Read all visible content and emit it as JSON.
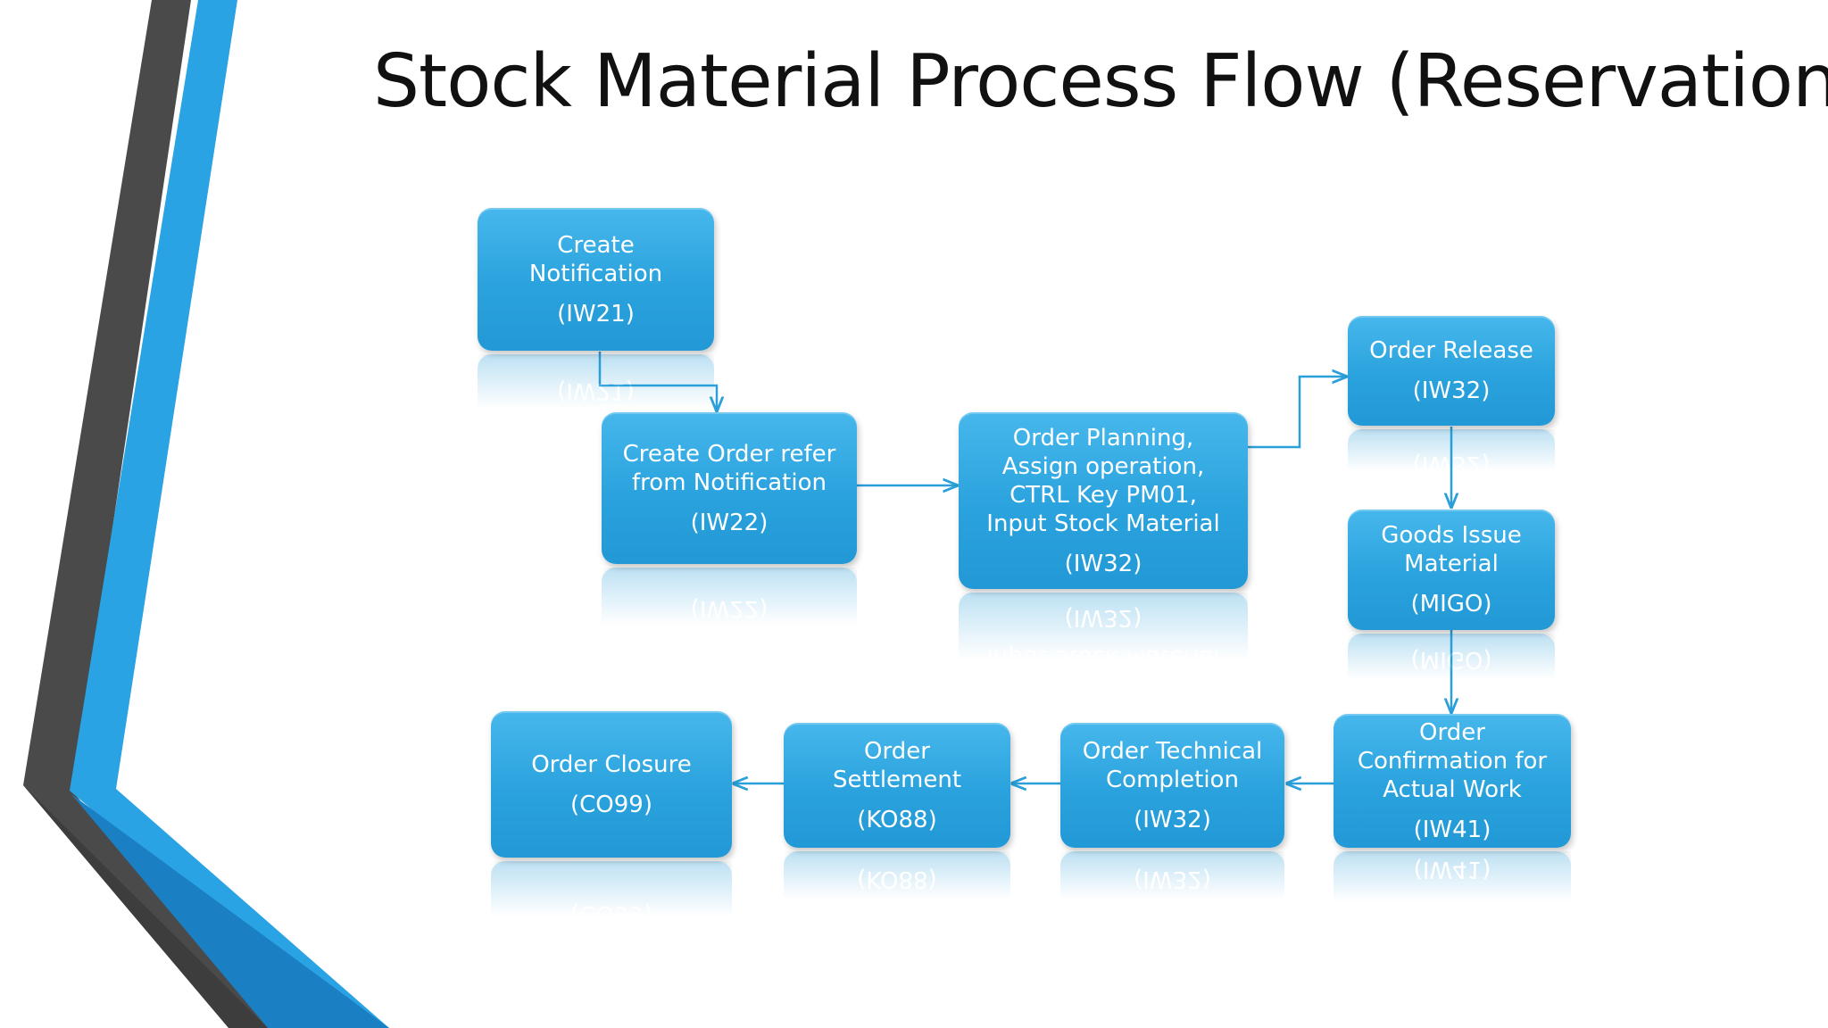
{
  "title": "Stock Material Process Flow (Reservation)",
  "colors": {
    "box_fill": "#2ba3de",
    "connector": "#2a9fd9",
    "accent_blue": "#29a3e3",
    "accent_dark": "#4a4a4a",
    "dark_blue": "#1b7fc4"
  },
  "steps": [
    {
      "id": "create_notification",
      "label": "Create\nNotification",
      "code": "(IW21)"
    },
    {
      "id": "create_order",
      "label": "Create Order refer\nfrom Notification",
      "code": "(IW22)"
    },
    {
      "id": "order_planning",
      "label": "Order Planning,\nAssign operation,\nCTRL Key PM01,\nInput Stock Material",
      "code": "(IW32)"
    },
    {
      "id": "order_release",
      "label": "Order Release",
      "code": "(IW32)"
    },
    {
      "id": "goods_issue",
      "label": "Goods Issue\nMaterial",
      "code": "(MIGO)"
    },
    {
      "id": "order_confirmation",
      "label": "Order\nConfirmation for\nActual Work",
      "code": "(IW41)"
    },
    {
      "id": "technical_completion",
      "label": "Order Technical\nCompletion",
      "code": "(IW32)"
    },
    {
      "id": "order_settlement",
      "label": "Order\nSettlement",
      "code": "(KO88)"
    },
    {
      "id": "order_closure",
      "label": "Order Closure",
      "code": "(CO99)"
    }
  ]
}
